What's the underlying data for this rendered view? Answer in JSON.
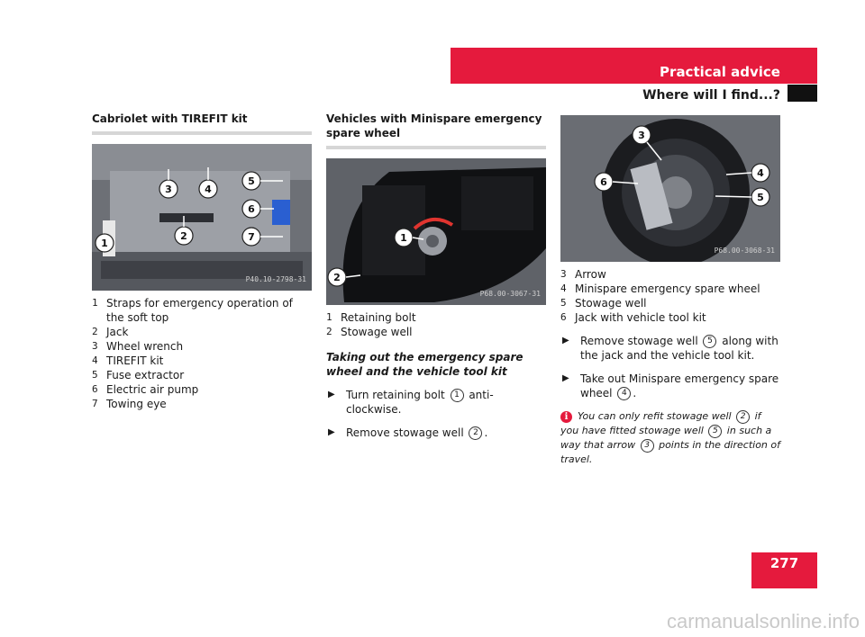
{
  "header": {
    "section": "Practical advice",
    "subsection": "Where will I find...?"
  },
  "page_number": "277",
  "watermark": "carmanualsonline.info",
  "col1": {
    "title": "Cabriolet with TIREFIT kit",
    "photo_code": "P40.10-2798-31",
    "callouts": [
      "1",
      "2",
      "3",
      "4",
      "5",
      "6",
      "7"
    ],
    "legend": [
      {
        "num": "1",
        "text": "Straps for emergency operation of the soft top"
      },
      {
        "num": "2",
        "text": "Jack"
      },
      {
        "num": "3",
        "text": "Wheel wrench"
      },
      {
        "num": "4",
        "text": "TIREFIT kit"
      },
      {
        "num": "5",
        "text": "Fuse extractor"
      },
      {
        "num": "6",
        "text": "Electric air pump"
      },
      {
        "num": "7",
        "text": "Towing eye"
      }
    ]
  },
  "col2": {
    "title": "Vehicles with Minispare emergency spare wheel",
    "photo_code": "P68.00-3067-31",
    "callouts": [
      "1",
      "2"
    ],
    "legend": [
      {
        "num": "1",
        "text": "Retaining bolt"
      },
      {
        "num": "2",
        "text": "Stowage well"
      }
    ],
    "subhead": "Taking out the emergency spare wheel and the vehicle tool kit",
    "steps": [
      {
        "a": "Turn retaining bolt ",
        "n": "1",
        "b": " anti-clockwise."
      },
      {
        "a": "Remove stowage well ",
        "n": "2",
        "b": "."
      }
    ]
  },
  "col3": {
    "photo_code": "P68.00-3068-31",
    "callouts": [
      "3",
      "4",
      "5",
      "6"
    ],
    "legend": [
      {
        "num": "3",
        "text": "Arrow"
      },
      {
        "num": "4",
        "text": "Minispare emergency spare wheel"
      },
      {
        "num": "5",
        "text": "Stowage well"
      },
      {
        "num": "6",
        "text": "Jack with vehicle tool kit"
      }
    ],
    "steps": [
      {
        "a": "Remove stowage well ",
        "n": "5",
        "b": " along with the jack and the vehicle tool kit."
      },
      {
        "a": "Take out Minispare emergency spare wheel ",
        "n": "4",
        "b": "."
      }
    ],
    "note": {
      "icon": "i",
      "a": "You can only refit stowage well ",
      "n1": "2",
      "b": " if you have fitted stowage well ",
      "n2": "5",
      "c": " in such a way that arrow ",
      "n3": "3",
      "d": " points in the direction of travel."
    }
  },
  "colors": {
    "accent": "#e51a3d"
  }
}
